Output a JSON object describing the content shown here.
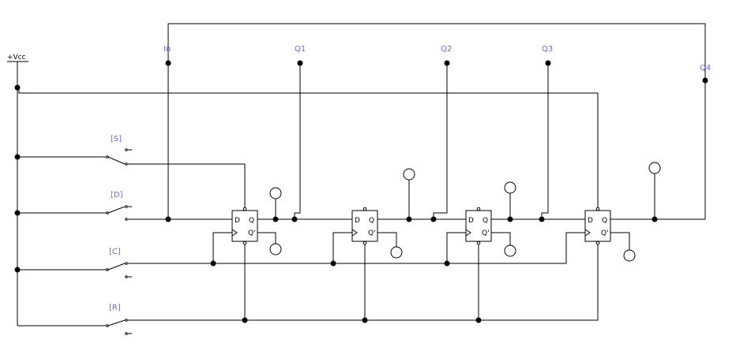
{
  "supply": {
    "label": "+Vcc"
  },
  "probes": {
    "in": "In",
    "q1": "Q1",
    "q2": "Q2",
    "q3": "Q3",
    "q4": "Q4"
  },
  "switches": {
    "s": "[S]",
    "d": "[D]",
    "c": "[C]",
    "r": "[R]"
  },
  "flipflop_pins": {
    "d": "D",
    "q": "Q",
    "qn": "Q'"
  }
}
